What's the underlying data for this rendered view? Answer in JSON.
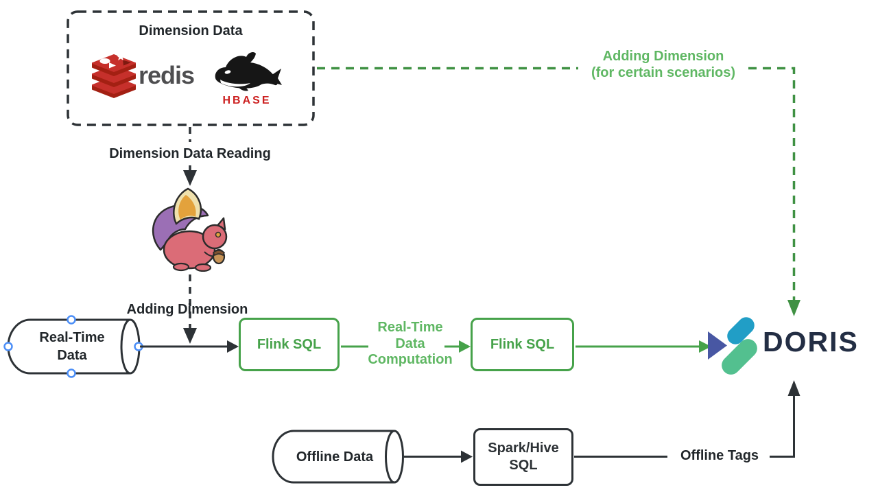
{
  "nodes": {
    "dimension_box": {
      "title": "Dimension Data"
    },
    "redis": {
      "name": "redis"
    },
    "hbase": {
      "name": "HBASE"
    },
    "realtime_data": {
      "label": "Real-Time\nData"
    },
    "flink_sql_1": {
      "label": "Flink SQL"
    },
    "flink_sql_2": {
      "label": "Flink SQL"
    },
    "doris": {
      "name": "DORIS"
    },
    "offline_data": {
      "label": "Offline Data"
    },
    "spark_hive_sql": {
      "label": "Spark/Hive\nSQL"
    }
  },
  "edges": {
    "dimension_data_reading": "Dimension Data Reading",
    "adding_dimension": "Adding Dimension",
    "adding_dimension_scenarios": "Adding Dimension\n(for certain scenarios)",
    "realtime_computation": "Real-Time\nData\nComputation",
    "offline_tags": "Offline Tags"
  },
  "icons": {
    "redis": "redis-stack-logo",
    "hbase": "hbase-orca-logo",
    "flink": "flink-squirrel-logo",
    "doris": "doris-mark-logo"
  },
  "colors": {
    "line_black": "#2d3236",
    "green_accent": "#46a24a",
    "green_dash": "#3f9143",
    "green_label": "#5fb763",
    "handle_blue": "#4b8ef7",
    "redis_red": "#c6302b",
    "redis_red_dark": "#a32013",
    "hbase_red": "#cc1f1f",
    "doris_navy": "#232e44",
    "doris_indigo": "#4857a3",
    "doris_teal": "#219ec6",
    "doris_green": "#53c08f",
    "flink_pink": "#db6c77",
    "flink_purple": "#9b6fb5",
    "flink_cream": "#efe0ac",
    "flink_orange": "#e3a23c"
  }
}
